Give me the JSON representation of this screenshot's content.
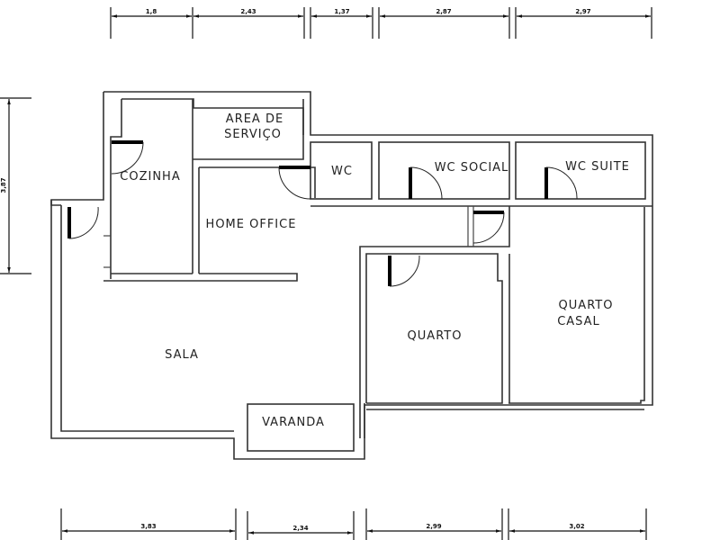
{
  "plan": {
    "rooms": {
      "area_servico_1": "AREA DE",
      "area_servico_2": "SERVIÇO",
      "cozinha": "COZINHA",
      "wc": "WC",
      "wc_social": "WC SOCIAL",
      "wc_suite": "WC SUITE",
      "home_office": "HOME OFFICE",
      "sala": "SALA",
      "quarto": "QUARTO",
      "quarto_casal_1": "QUARTO",
      "quarto_casal_2": "CASAL",
      "varanda": "VARANDA"
    },
    "dimensions_top": [
      "1,8",
      "2,43",
      "1,37",
      "2,87",
      "2,97"
    ],
    "dimensions_bottom": [
      "3,83",
      "2,34",
      "2,99",
      "3,02"
    ],
    "dimensions_left": [
      "3,87"
    ]
  },
  "colors": {
    "wall": "#333333",
    "background": "#ffffff",
    "door_leaf": "#000000"
  }
}
